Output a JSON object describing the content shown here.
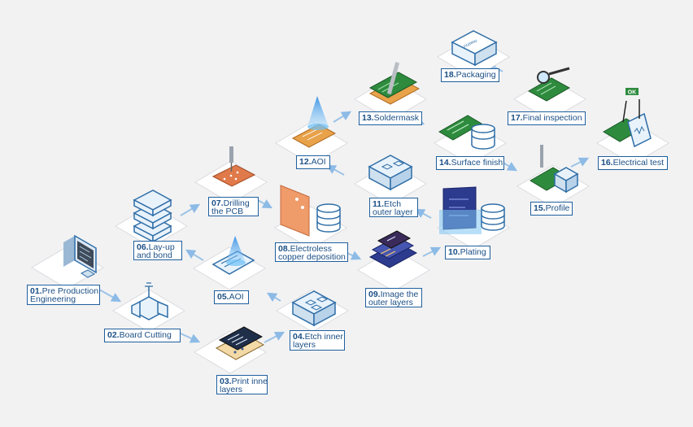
{
  "steps": [
    {
      "num": "01.",
      "l1": "Pre Production",
      "l2": "Engineering"
    },
    {
      "num": "02.",
      "l1": "Board Cutting",
      "l2": ""
    },
    {
      "num": "03.",
      "l1": "Print inner",
      "l2": "layers"
    },
    {
      "num": "04.",
      "l1": "Etch inner",
      "l2": "layers"
    },
    {
      "num": "05.",
      "l1": "AOI",
      "l2": ""
    },
    {
      "num": "06.",
      "l1": "Lay-up",
      "l2": "and bond"
    },
    {
      "num": "07.",
      "l1": "Drilling",
      "l2": "the PCB"
    },
    {
      "num": "08.",
      "l1": "Electroless",
      "l2": "copper deposition"
    },
    {
      "num": "09.",
      "l1": "Image the",
      "l2": "outer layers"
    },
    {
      "num": "10.",
      "l1": "Plating",
      "l2": ""
    },
    {
      "num": "11.",
      "l1": "Etch",
      "l2": "outer layer"
    },
    {
      "num": "12.",
      "l1": "AOI",
      "l2": ""
    },
    {
      "num": "13.",
      "l1": "Soldermask",
      "l2": ""
    },
    {
      "num": "14.",
      "l1": "Surface finish",
      "l2": ""
    },
    {
      "num": "15.",
      "l1": "Profile",
      "l2": ""
    },
    {
      "num": "16.",
      "l1": "Electrical test",
      "l2": ""
    },
    {
      "num": "17.",
      "l1": "Final inspection",
      "l2": ""
    },
    {
      "num": "18.",
      "l1": "Packaging",
      "l2": ""
    }
  ],
  "icons": [
    "monitor-icon",
    "cutting-machine-icon",
    "printed-board-icon",
    "etching-block-icon",
    "aoi-scanner-icon",
    "stacked-layers-icon",
    "drill-icon",
    "copper-board-database-icon",
    "outer-layer-image-icon",
    "plating-board-database-icon",
    "etching-block-icon",
    "aoi-scanner-icon",
    "soldermask-board-icon",
    "surface-finish-database-icon",
    "profile-router-icon",
    "electrical-test-icon",
    "magnifier-inspection-icon",
    "package-box-icon"
  ],
  "ok_badge": "OK",
  "box_brand": "PCBWay",
  "colors": {
    "tile": "#ffffff",
    "tile_edge": "#dcdde0",
    "label_border": "#1f5f9e",
    "label_text": "#1b4f86",
    "arrow": "#9cc3e6",
    "pcb_green": "#2e8b3e",
    "pcb_copper": "#d9844e",
    "pcb_blue": "#2d3b8f",
    "scan_beam": "#4aa6ee"
  }
}
